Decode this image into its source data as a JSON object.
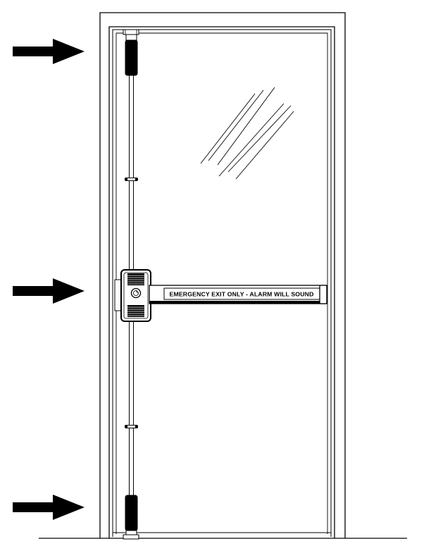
{
  "push_bar": {
    "label": "EMERGENCY EXIT ONLY - ALARM WILL SOUND"
  },
  "arrows": [
    {
      "id": "top",
      "points_to": "top-rod-latch"
    },
    {
      "id": "middle",
      "points_to": "push-bar-device"
    },
    {
      "id": "bottom",
      "points_to": "bottom-rod-latch"
    }
  ],
  "colors": {
    "line": "#000000",
    "background": "#ffffff"
  }
}
